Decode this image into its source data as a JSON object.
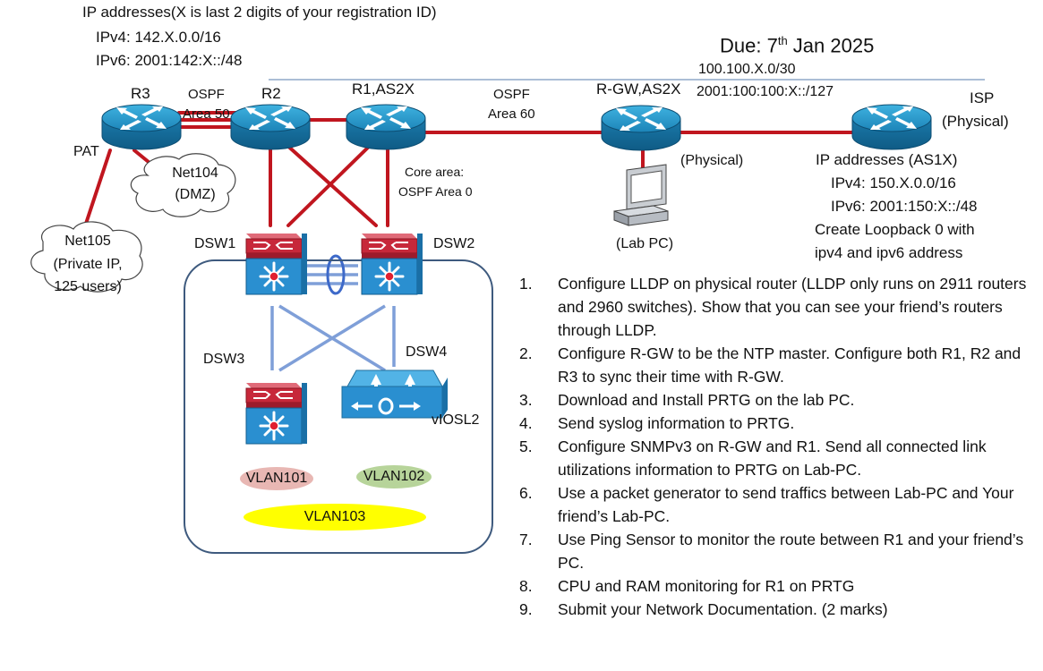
{
  "header": {
    "ip_title": "IP addresses(X is last 2 digits of your registration ID)",
    "ipv4": "IPv4: 142.X.0.0/16",
    "ipv6": "IPv6: 2001:142:X::/48",
    "due_prefix": "Due: 7",
    "due_sup": "th",
    "due_suffix": " Jan 2025"
  },
  "labels": {
    "r3": "R3",
    "r2": "R2",
    "r1": "R1,AS2X",
    "rgw": "R-GW,AS2X",
    "isp_line1": "ISP",
    "isp_line2": "(Physical)",
    "ospf50_line1": "OSPF",
    "ospf50_line2": "Area 50",
    "ospf60_line1": "OSPF",
    "ospf60_line2": "Area 60",
    "link_ipv4": "100.100.X.0/30",
    "link_ipv6": "2001:100:100:X::/127",
    "pat": "PAT",
    "net104_line1": "Net104",
    "net104_line2": "(DMZ)",
    "net105_line1": "Net105",
    "net105_line2": "(Private IP,",
    "net105_line3": "125 users)",
    "core_line1": "Core area:",
    "core_line2": "OSPF Area 0",
    "rgw_physical": "(Physical)",
    "lab_pc": "(Lab PC)",
    "dsw1": "DSW1",
    "dsw2": "DSW2",
    "dsw3": "DSW3",
    "dsw4": "DSW4",
    "viosl2": "vIOSL2",
    "vlan101": "VLAN101",
    "vlan102": "VLAN102",
    "vlan103": "VLAN103",
    "isp_ip_title": "IP addresses (AS1X)",
    "isp_ipv4": "IPv4: 150.X.0.0/16",
    "isp_ipv6": "IPv6: 2001:150:X::/48",
    "loopback_line1": "Create Loopback 0 with",
    "loopback_line2": "ipv4 and ipv6 address"
  },
  "tasks": [
    {
      "num": "1.",
      "text": "Configure LLDP on physical router (LLDP only runs on 2911 routers and 2960 switches). Show that you can see your friend’s routers through LLDP."
    },
    {
      "num": "2.",
      "text": "Configure R-GW to be the NTP master. Configure both R1, R2 and R3 to sync their time with R-GW."
    },
    {
      "num": "3.",
      "text": "Download and Install PRTG on the lab PC."
    },
    {
      "num": "4.",
      "text": "Send syslog information to PRTG."
    },
    {
      "num": "5.",
      "text": "Configure SNMPv3 on R-GW and R1. Send all connected link utilizations information to PRTG on Lab-PC."
    },
    {
      "num": "6.",
      "text": "Use a packet generator to send traffics between Lab-PC and Your friend’s Lab-PC."
    },
    {
      "num": "7.",
      "text": "Use Ping Sensor to monitor the route between R1 and your friend’s PC."
    },
    {
      "num": "8.",
      "text": "CPU and RAM monitoring for R1 on PRTG"
    },
    {
      "num": "9.",
      "text": "Submit your Network Documentation. (2 marks)"
    }
  ],
  "colors": {
    "link_red": "#c0161f",
    "switch_link_blue": "#7f9fd8",
    "router_blue": "#1a8fc0",
    "switch_red": "#c7283a",
    "switch_blue": "#2a8fd0",
    "vlan101_fill": "#e8b7b3",
    "vlan102_fill": "#b7d49a",
    "vlan103_fill": "#ffff00",
    "box_border": "#3e5a7e",
    "divider": "#8fa9c8"
  },
  "icons": [
    "router-icon",
    "multilayer-switch-icon",
    "l2-switch-icon",
    "pc-icon",
    "cloud-icon"
  ]
}
